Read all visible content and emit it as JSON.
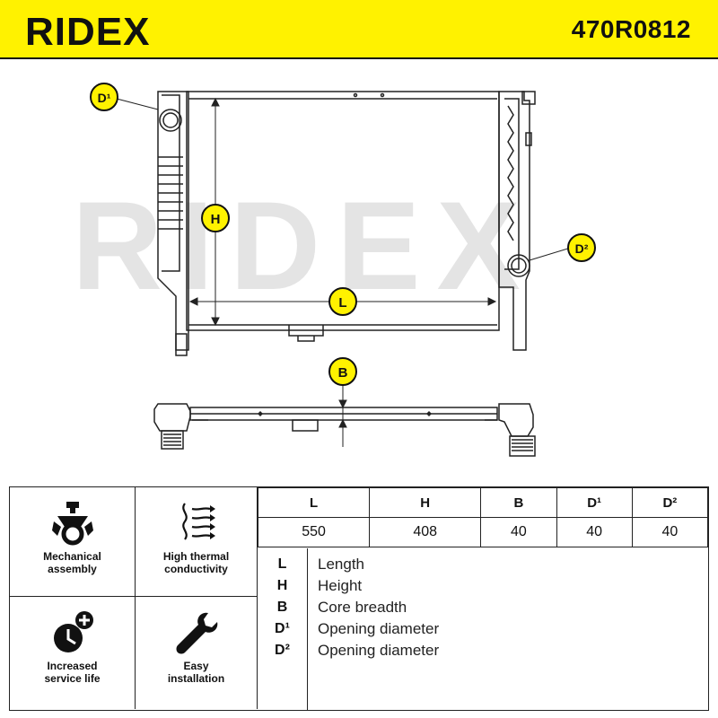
{
  "header": {
    "brand": "RIDEX",
    "part_number": "470R0812",
    "background_color": "#fff200"
  },
  "drawing": {
    "watermark": "RIDEX",
    "markers": {
      "d1": "D¹",
      "h": "H",
      "l": "L",
      "d2": "D²",
      "b": "B"
    },
    "marker_color": "#fff200"
  },
  "features": [
    {
      "icon": "mechanical-assembly-icon",
      "line1": "Mechanical",
      "line2": "assembly"
    },
    {
      "icon": "high-thermal-conductivity-icon",
      "line1": "High thermal",
      "line2": "conductivity"
    },
    {
      "icon": "increased-service-life-icon",
      "line1": "Increased",
      "line2": "service life"
    },
    {
      "icon": "easy-installation-icon",
      "line1": "Easy",
      "line2": "installation"
    }
  ],
  "dimensions": {
    "headers": [
      "L",
      "H",
      "B",
      "D¹",
      "D²"
    ],
    "values": [
      "550",
      "408",
      "40",
      "40",
      "40"
    ]
  },
  "legend": [
    {
      "code": "L",
      "description": "Length"
    },
    {
      "code": "H",
      "description": "Height"
    },
    {
      "code": "B",
      "description": "Core breadth"
    },
    {
      "code": "D¹",
      "description": "Opening diameter"
    },
    {
      "code": "D²",
      "description": "Opening diameter"
    }
  ]
}
